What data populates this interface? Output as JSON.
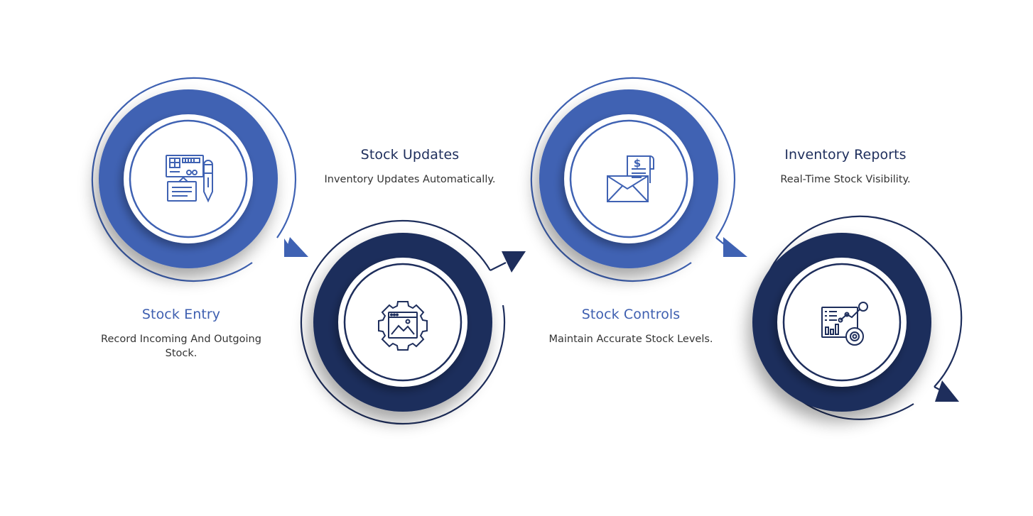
{
  "colors": {
    "light_blue": "#3f62b3",
    "dark_navy": "#1e2e5c",
    "title_light": "#3e5fb0",
    "title_dark": "#1e2e5c",
    "body_text": "#333333"
  },
  "stages": [
    {
      "title": "Stock Entry",
      "description": "Record Incoming And Outgoing Stock.",
      "icon": "dashboard-edit-icon",
      "ring_color": "light_blue"
    },
    {
      "title": "Stock Updates",
      "description": "Inventory Updates Automatically.",
      "icon": "gear-image-icon",
      "ring_color": "dark_navy"
    },
    {
      "title": "Stock Controls",
      "description": "Maintain Accurate Stock Levels.",
      "icon": "envelope-invoice-icon",
      "ring_color": "light_blue"
    },
    {
      "title": "Inventory Reports",
      "description": "Real-Time Stock Visibility.",
      "icon": "analytics-report-icon",
      "ring_color": "dark_navy"
    }
  ]
}
